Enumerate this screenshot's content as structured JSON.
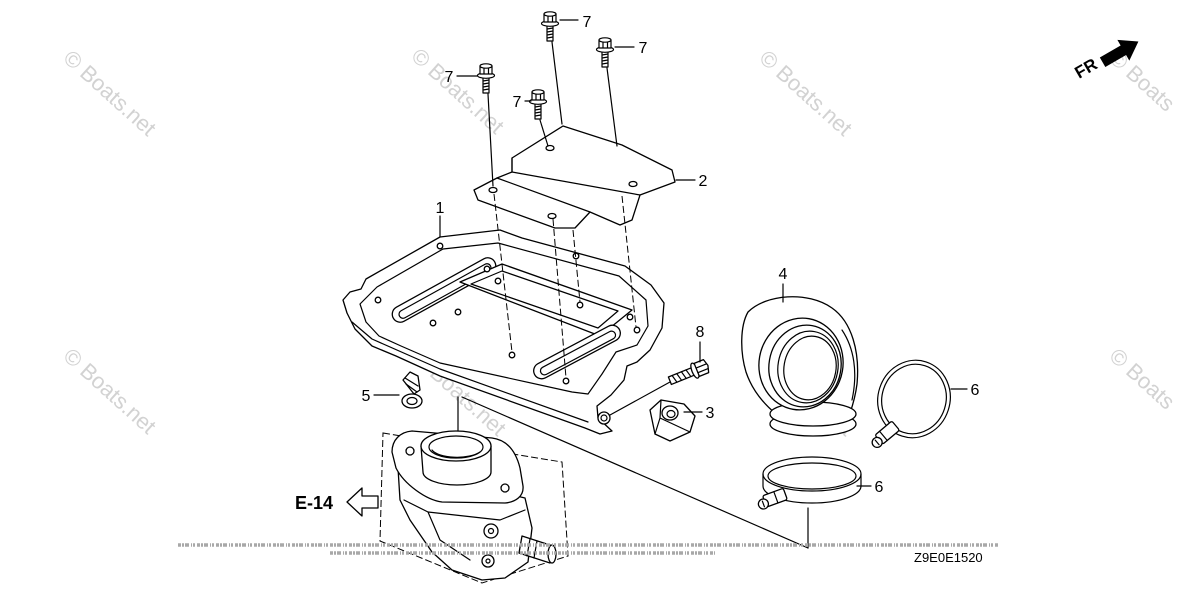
{
  "diagram": {
    "callouts": {
      "part_1": "1",
      "part_2": "2",
      "part_3": "3",
      "part_4": "4",
      "part_5": "5",
      "part_6_upper": "6",
      "part_6_lower": "6",
      "part_7_a": "7",
      "part_7_b": "7",
      "part_7_c": "7",
      "part_7_d": "7",
      "part_8": "8"
    },
    "section_reference": "E-14",
    "front_indicator": "FR",
    "drawing_code": "Z9E0E1520",
    "watermark": "© Boats.net",
    "watermark_clipped": "© Boats",
    "colors": {
      "line": "#000000",
      "watermark": "#d2d2d2",
      "background": "#ffffff"
    }
  }
}
